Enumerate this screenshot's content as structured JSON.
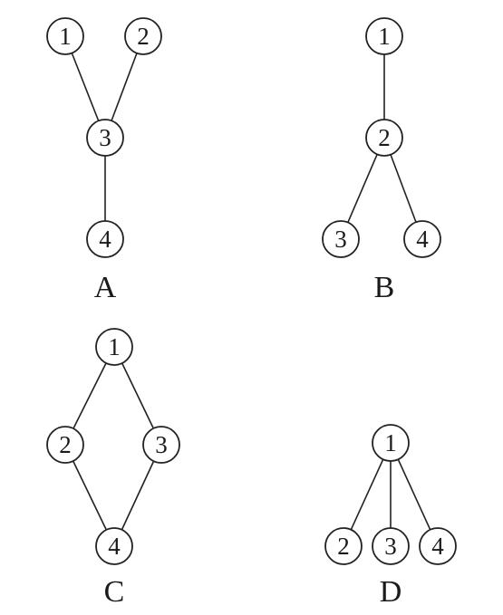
{
  "diagrams": [
    {
      "label": "A",
      "nodes": [
        {
          "id": "1",
          "label": "1"
        },
        {
          "id": "2",
          "label": "2"
        },
        {
          "id": "3",
          "label": "3"
        },
        {
          "id": "4",
          "label": "4"
        }
      ],
      "edges": [
        [
          "1",
          "3"
        ],
        [
          "2",
          "3"
        ],
        [
          "3",
          "4"
        ]
      ]
    },
    {
      "label": "B",
      "nodes": [
        {
          "id": "1",
          "label": "1"
        },
        {
          "id": "2",
          "label": "2"
        },
        {
          "id": "3",
          "label": "3"
        },
        {
          "id": "4",
          "label": "4"
        }
      ],
      "edges": [
        [
          "1",
          "2"
        ],
        [
          "2",
          "3"
        ],
        [
          "2",
          "4"
        ]
      ]
    },
    {
      "label": "C",
      "nodes": [
        {
          "id": "1",
          "label": "1"
        },
        {
          "id": "2",
          "label": "2"
        },
        {
          "id": "3",
          "label": "3"
        },
        {
          "id": "4",
          "label": "4"
        }
      ],
      "edges": [
        [
          "1",
          "2"
        ],
        [
          "1",
          "3"
        ],
        [
          "2",
          "4"
        ],
        [
          "3",
          "4"
        ]
      ]
    },
    {
      "label": "D",
      "nodes": [
        {
          "id": "1",
          "label": "1"
        },
        {
          "id": "2",
          "label": "2"
        },
        {
          "id": "3",
          "label": "3"
        },
        {
          "id": "4",
          "label": "4"
        }
      ],
      "edges": [
        [
          "1",
          "2"
        ],
        [
          "1",
          "3"
        ],
        [
          "1",
          "4"
        ]
      ]
    }
  ]
}
